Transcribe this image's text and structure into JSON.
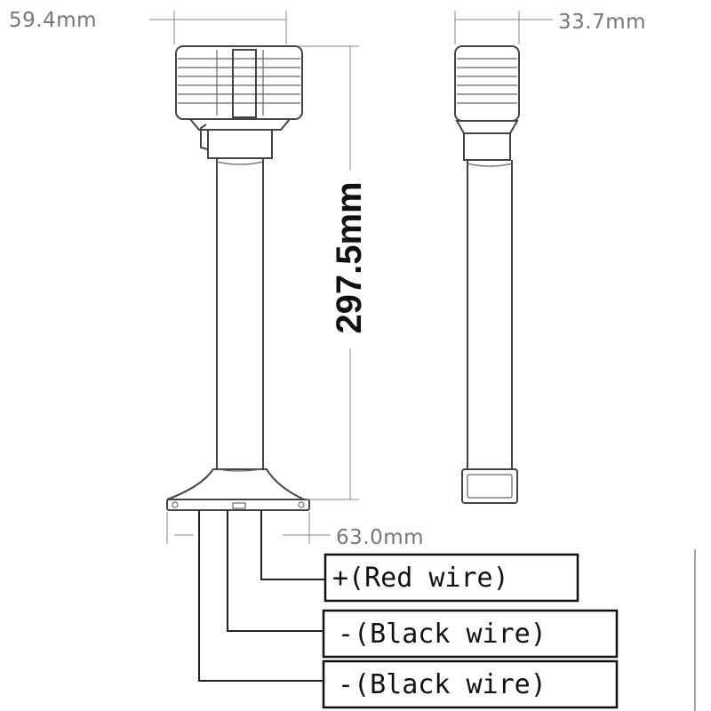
{
  "dimensions": {
    "top_left_width": "59.4mm",
    "top_right_width": "33.7mm",
    "height": "297.5mm",
    "base_width": "63.0mm"
  },
  "wires": [
    {
      "label": "+(Red wire)"
    },
    {
      "label": "-(Black wire)"
    },
    {
      "label": "-(Black wire)"
    }
  ]
}
